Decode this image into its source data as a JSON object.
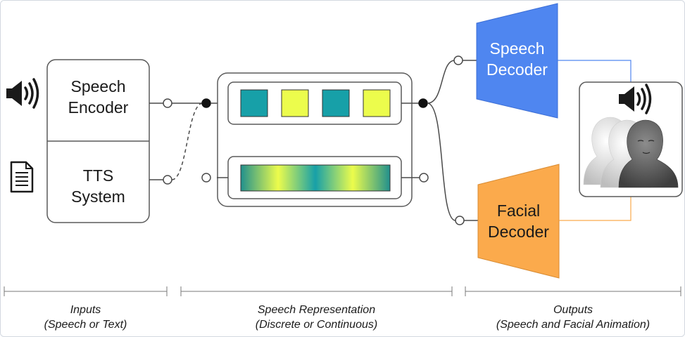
{
  "inputs": {
    "speech_encoder": {
      "line1": "Speech",
      "line2": "Encoder"
    },
    "tts_system": {
      "line1": "TTS",
      "line2": "System"
    },
    "audio_icon": "speaker-icon",
    "text_icon": "document-icon"
  },
  "representation": {
    "discrete_tokens": [
      "#17a0a8",
      "#ecfc4c",
      "#17a0a8",
      "#ecfc4c"
    ],
    "continuous_gradient": [
      "#21908d",
      "#ecfc4c",
      "#17a0a8",
      "#ecfc4c",
      "#21908d"
    ]
  },
  "decoders": {
    "speech": {
      "line1": "Speech",
      "line2": "Decoder",
      "color": "#4f86f0"
    },
    "facial": {
      "line1": "Facial",
      "line2": "Decoder",
      "color": "#fbaa4c"
    }
  },
  "output": {
    "audio_icon": "speaker-icon",
    "faces_icon": "face-renders-icon"
  },
  "sections": [
    {
      "title": "Inputs",
      "subtitle": "(Speech or Text)"
    },
    {
      "title": "Speech Representation",
      "subtitle": "(Discrete or Continuous)"
    },
    {
      "title": "Outputs",
      "subtitle": "(Speech and Facial Animation)"
    }
  ]
}
